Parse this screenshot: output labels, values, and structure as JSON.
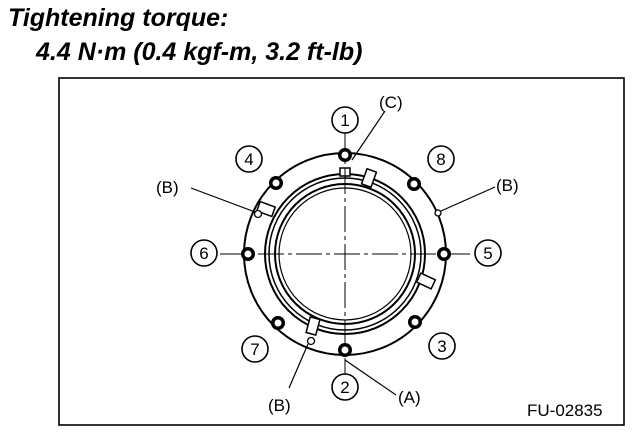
{
  "title": {
    "line1": "Tightening torque:",
    "line2": "4.4 N·m (0.4 kgf-m, 3.2 ft-lb)"
  },
  "diagram": {
    "bolt_numbers": [
      {
        "id": "1",
        "label": "1"
      },
      {
        "id": "2",
        "label": "2"
      },
      {
        "id": "3",
        "label": "3"
      },
      {
        "id": "4",
        "label": "4"
      },
      {
        "id": "5",
        "label": "5"
      },
      {
        "id": "6",
        "label": "6"
      },
      {
        "id": "7",
        "label": "7"
      },
      {
        "id": "8",
        "label": "8"
      }
    ],
    "callouts": {
      "a": "(A)",
      "b_left_upper": "(B)",
      "b_right": "(B)",
      "b_bottom": "(B)",
      "c": "(C)"
    },
    "figure_code": "FU-02835"
  }
}
